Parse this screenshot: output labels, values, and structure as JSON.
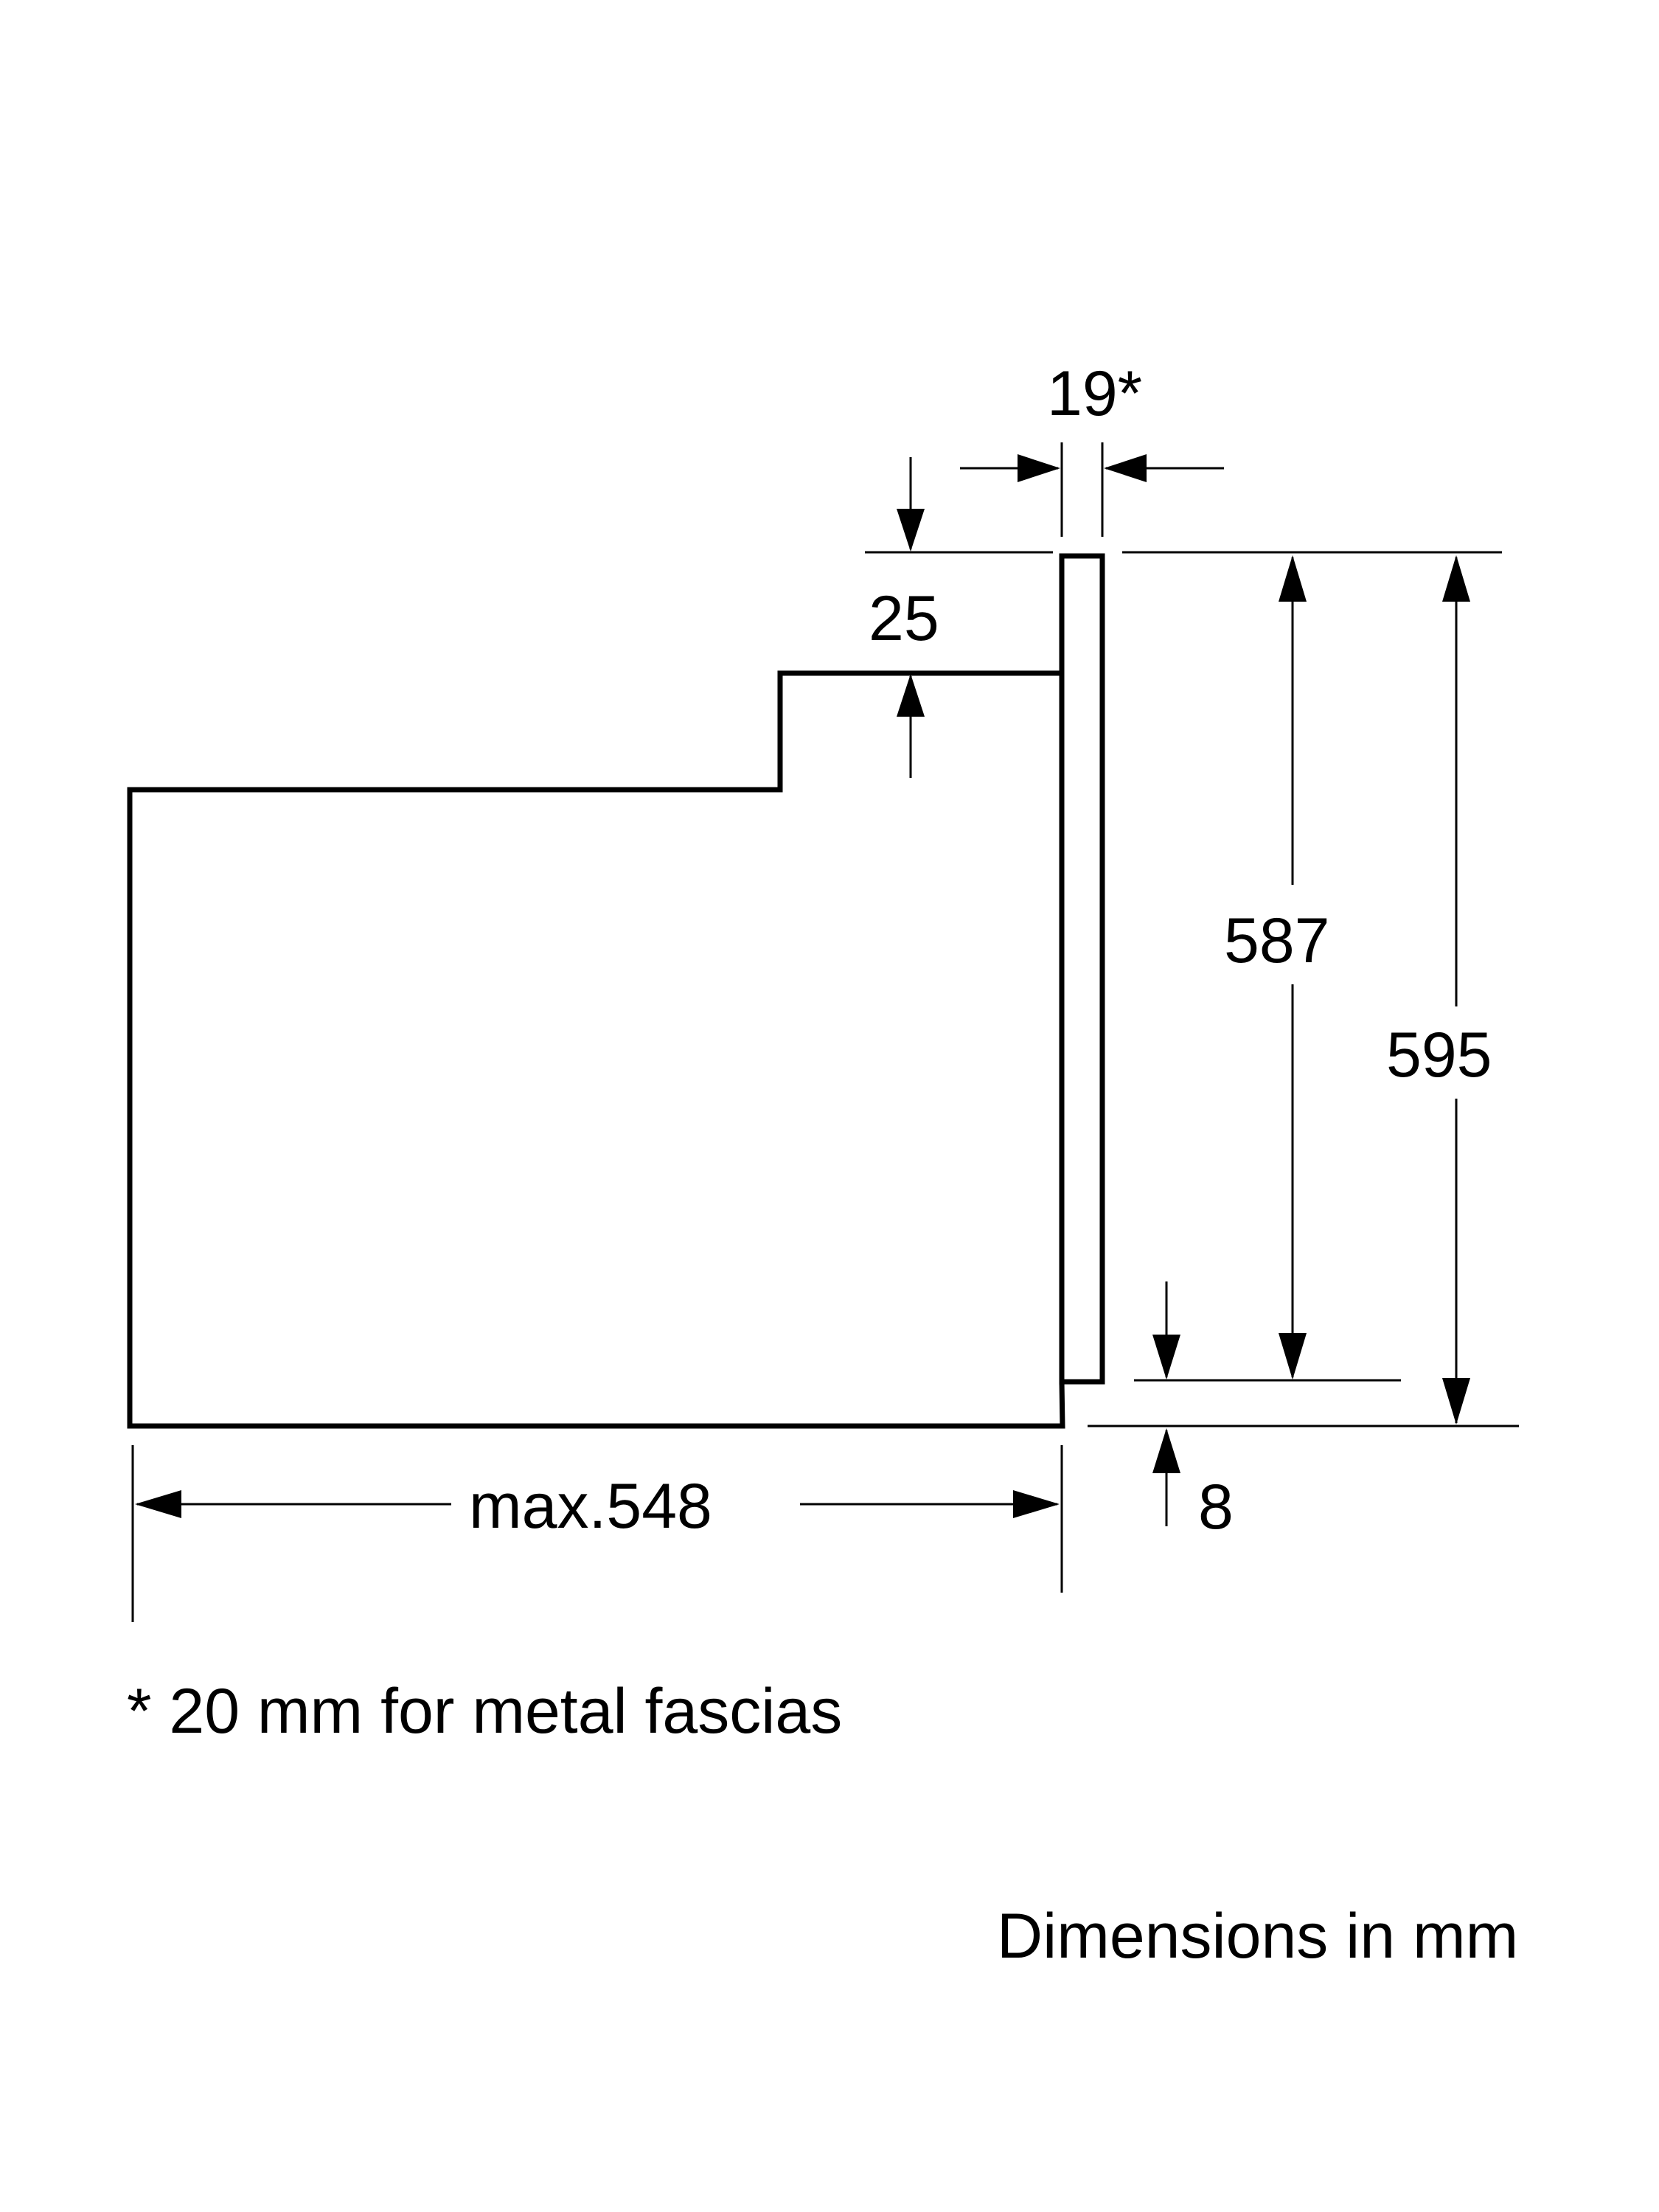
{
  "dimensions": {
    "fascia_thickness": "19*",
    "top_offset": "25",
    "front_height": "587",
    "total_height": "595",
    "depth": "max.548",
    "bottom_offset": "8"
  },
  "footnote": "* 20 mm for metal fascias",
  "units_note": "Dimensions in mm"
}
